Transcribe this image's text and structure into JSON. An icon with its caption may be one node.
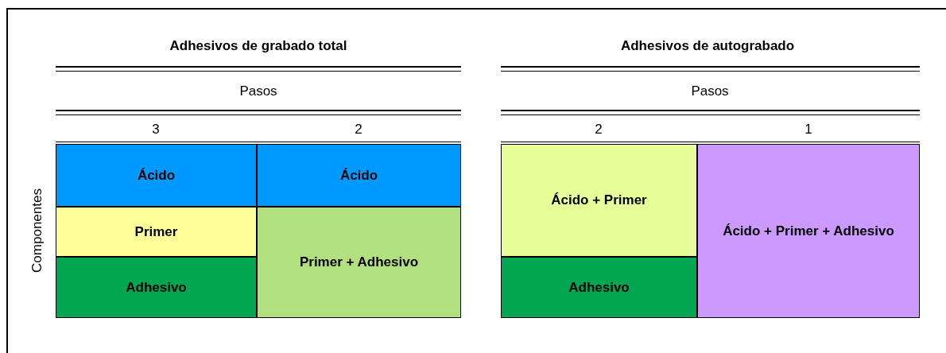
{
  "diagram": {
    "nodes": [
      {
        "text": [
          "Ácido"
        ]
      },
      {
        "text": [
          "Ácido"
        ]
      },
      {
        "text": [
          "Primer"
        ]
      },
      {
        "text": [
          "Primer + Adhesivo"
        ]
      },
      {
        "text": [
          "Adhesivo"
        ]
      },
      {
        "text": [
          "Ácido + Primer"
        ]
      },
      {
        "text": [
          "Ácido + Primer + Adhesivo"
        ]
      },
      {
        "text": [
          "Adhesivo"
        ]
      }
    ],
    "edges": [],
    "labels": [
      "Adhesivos de grabado total",
      "Adhesivos de autograbado",
      "Pasos",
      "Pasos",
      "3",
      "2",
      "2",
      "1",
      "Componentes"
    ]
  }
}
